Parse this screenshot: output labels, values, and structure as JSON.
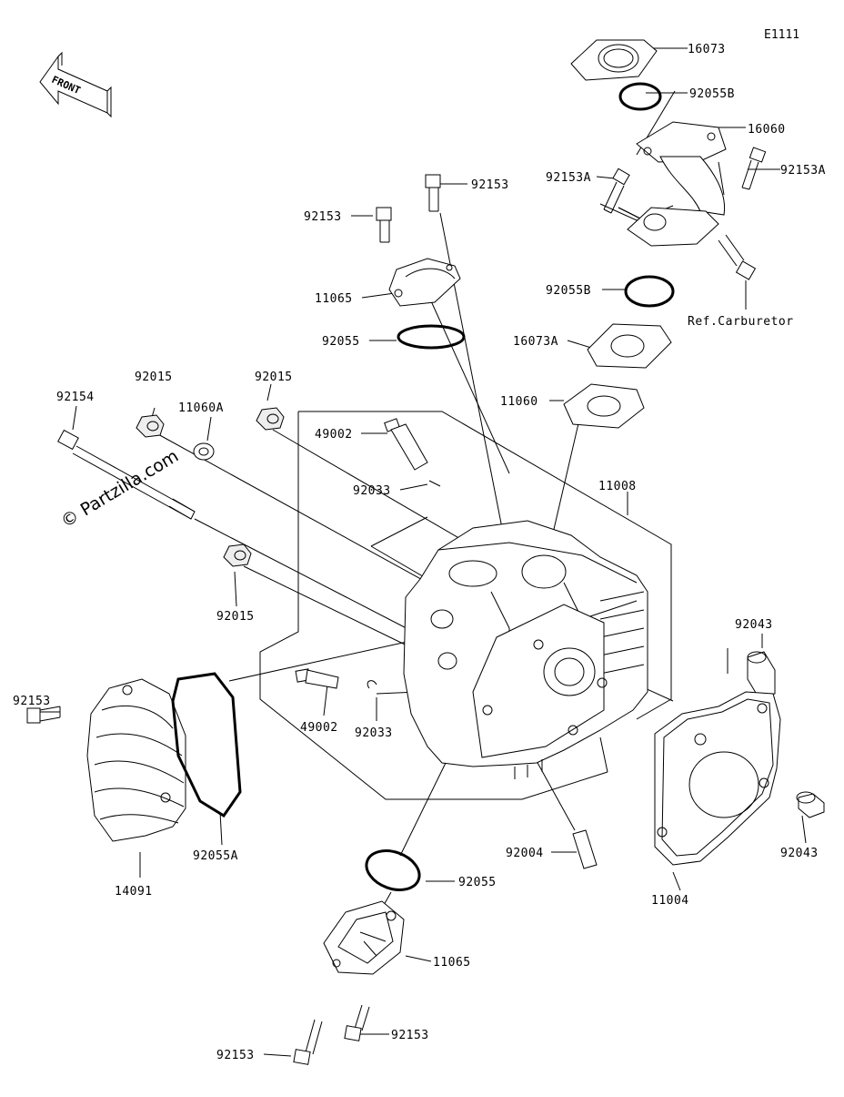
{
  "diagram_code": "E1111",
  "front_label": "FRONT",
  "watermark": "© Partzilla.com",
  "reference_label": "Ref.Carburetor",
  "labels": {
    "p16073": "16073",
    "p92055B_top": "92055B",
    "p16060": "16060",
    "p92153A_left": "92153A",
    "p92153A_right": "92153A",
    "p92153_top": "92153",
    "p92153_mid": "92153",
    "p11065_top": "11065",
    "p92055B_mid": "92055B",
    "p92055_top": "92055",
    "p16073A": "16073A",
    "p92015_a": "92015",
    "p92015_b": "92015",
    "p92154": "92154",
    "p11060A": "11060A",
    "p11060": "11060",
    "p49002_top": "49002",
    "p92033_top": "92033",
    "p11008": "11008",
    "p92015_c": "92015",
    "p92043_top": "92043",
    "p92153_left": "92153",
    "p49002_bot": "49002",
    "p92033_bot": "92033",
    "p14091": "14091",
    "p92055A": "92055A",
    "p92004": "92004",
    "p92043_bot": "92043",
    "p11004": "11004",
    "p92055_bot": "92055",
    "p11065_bot": "11065",
    "p92153_botL": "92153",
    "p92153_botR": "92153"
  }
}
